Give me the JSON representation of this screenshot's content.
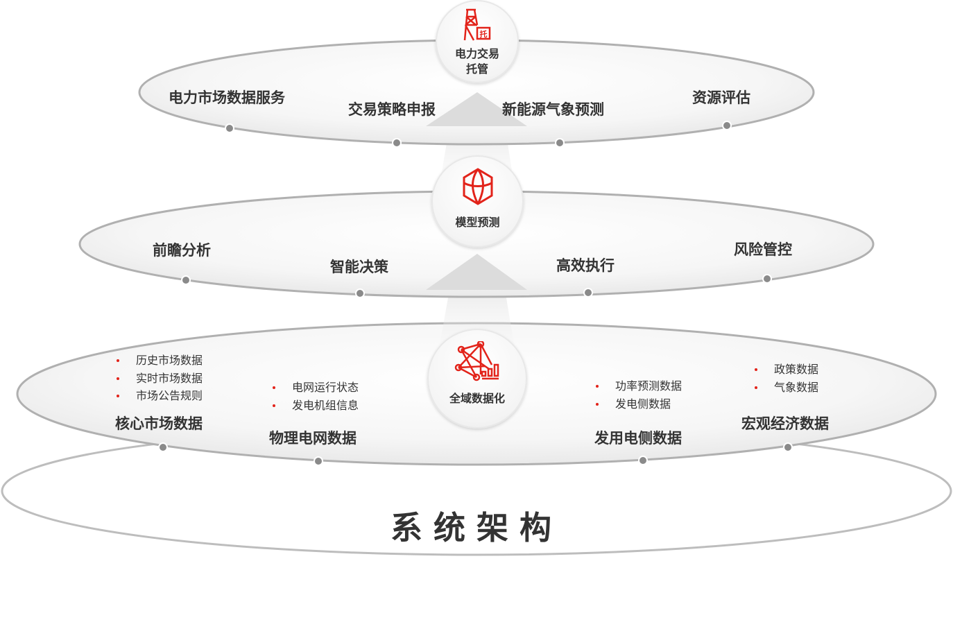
{
  "title": "系统架构",
  "layers": {
    "top": {
      "hub": "电力交易托管",
      "hub_line1": "电力交易",
      "hub_line2": "托管",
      "items": [
        "电力市场数据服务",
        "交易策略申报",
        "新能源气象预测",
        "资源评估"
      ]
    },
    "middle": {
      "hub": "模型预测",
      "items": [
        "前瞻分析",
        "智能决策",
        "高效执行",
        "风险管控"
      ]
    },
    "bottom": {
      "hub": "全域数据化",
      "groups": [
        {
          "label": "核心市场数据",
          "items": [
            "历史市场数据",
            "实时市场数据",
            "市场公告规则"
          ]
        },
        {
          "label": "物理电网数据",
          "items": [
            "电网运行状态",
            "发电机组信息"
          ]
        },
        {
          "label": "发用电侧数据",
          "items": [
            "功率预测数据",
            "发电侧数据"
          ]
        },
        {
          "label": "宏观经济数据",
          "items": [
            "政策数据",
            "气象数据"
          ]
        }
      ]
    }
  },
  "colors": {
    "accent": "#e2231a",
    "text": "#333333",
    "ring": "#a8a8a8"
  }
}
